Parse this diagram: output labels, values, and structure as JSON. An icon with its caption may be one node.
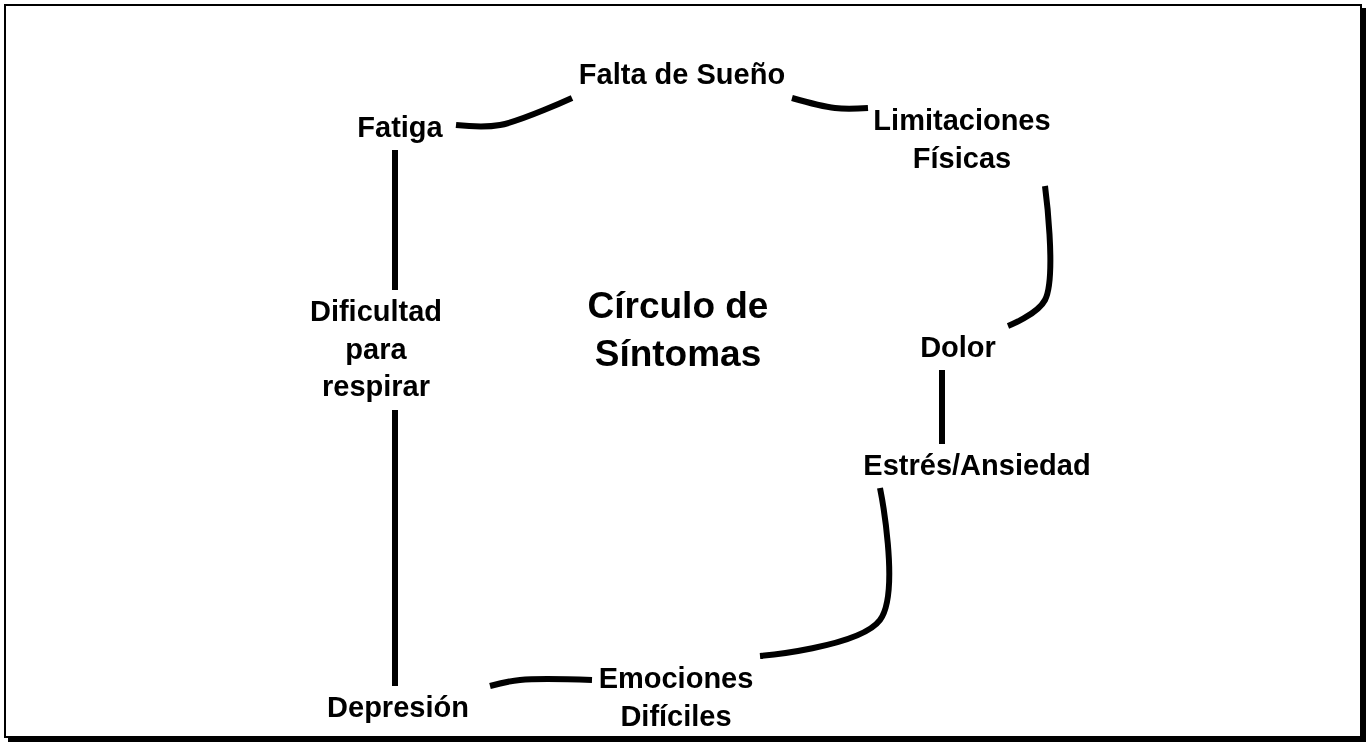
{
  "diagram": {
    "title": "Círculo de Síntomas",
    "nodes": [
      {
        "text": [
          "Falta de Sueño"
        ]
      },
      {
        "text": [
          "Limitaciones Físicas"
        ]
      },
      {
        "text": [
          "Dolor"
        ]
      },
      {
        "text": [
          "Estrés/Ansiedad"
        ]
      },
      {
        "text": [
          "Emociones Difíciles"
        ]
      },
      {
        "text": [
          "Depresión"
        ]
      },
      {
        "text": [
          "Dificultad para respirar"
        ]
      },
      {
        "text": [
          "Fatiga"
        ]
      }
    ],
    "edges": [
      {
        "from": 0,
        "to": 1,
        "arrow": "none"
      },
      {
        "from": 1,
        "to": 2,
        "arrow": "none"
      },
      {
        "from": 2,
        "to": 3,
        "arrow": "none"
      },
      {
        "from": 3,
        "to": 4,
        "arrow": "none"
      },
      {
        "from": 4,
        "to": 5,
        "arrow": "none"
      },
      {
        "from": 5,
        "to": 6,
        "arrow": "none"
      },
      {
        "from": 6,
        "to": 7,
        "arrow": "none"
      },
      {
        "from": 7,
        "to": 0,
        "arrow": "none"
      }
    ]
  }
}
